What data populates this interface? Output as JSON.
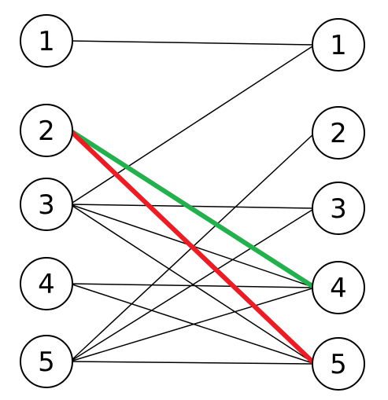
{
  "graph": {
    "left_nodes": [
      "1",
      "2",
      "3",
      "4",
      "5"
    ],
    "right_nodes": [
      "1",
      "2",
      "3",
      "4",
      "5"
    ],
    "edges": [
      {
        "from": "1",
        "to": "1"
      },
      {
        "from": "3",
        "to": "1"
      },
      {
        "from": "3",
        "to": "3"
      },
      {
        "from": "3",
        "to": "4"
      },
      {
        "from": "3",
        "to": "5"
      },
      {
        "from": "4",
        "to": "4"
      },
      {
        "from": "4",
        "to": "5"
      },
      {
        "from": "5",
        "to": "2"
      },
      {
        "from": "5",
        "to": "3"
      },
      {
        "from": "5",
        "to": "4"
      },
      {
        "from": "5",
        "to": "5"
      }
    ],
    "highlighted_edges": [
      {
        "from": "2",
        "to": "4",
        "color": "#22b14c"
      },
      {
        "from": "2",
        "to": "5",
        "color": "#ed1c24"
      }
    ]
  }
}
